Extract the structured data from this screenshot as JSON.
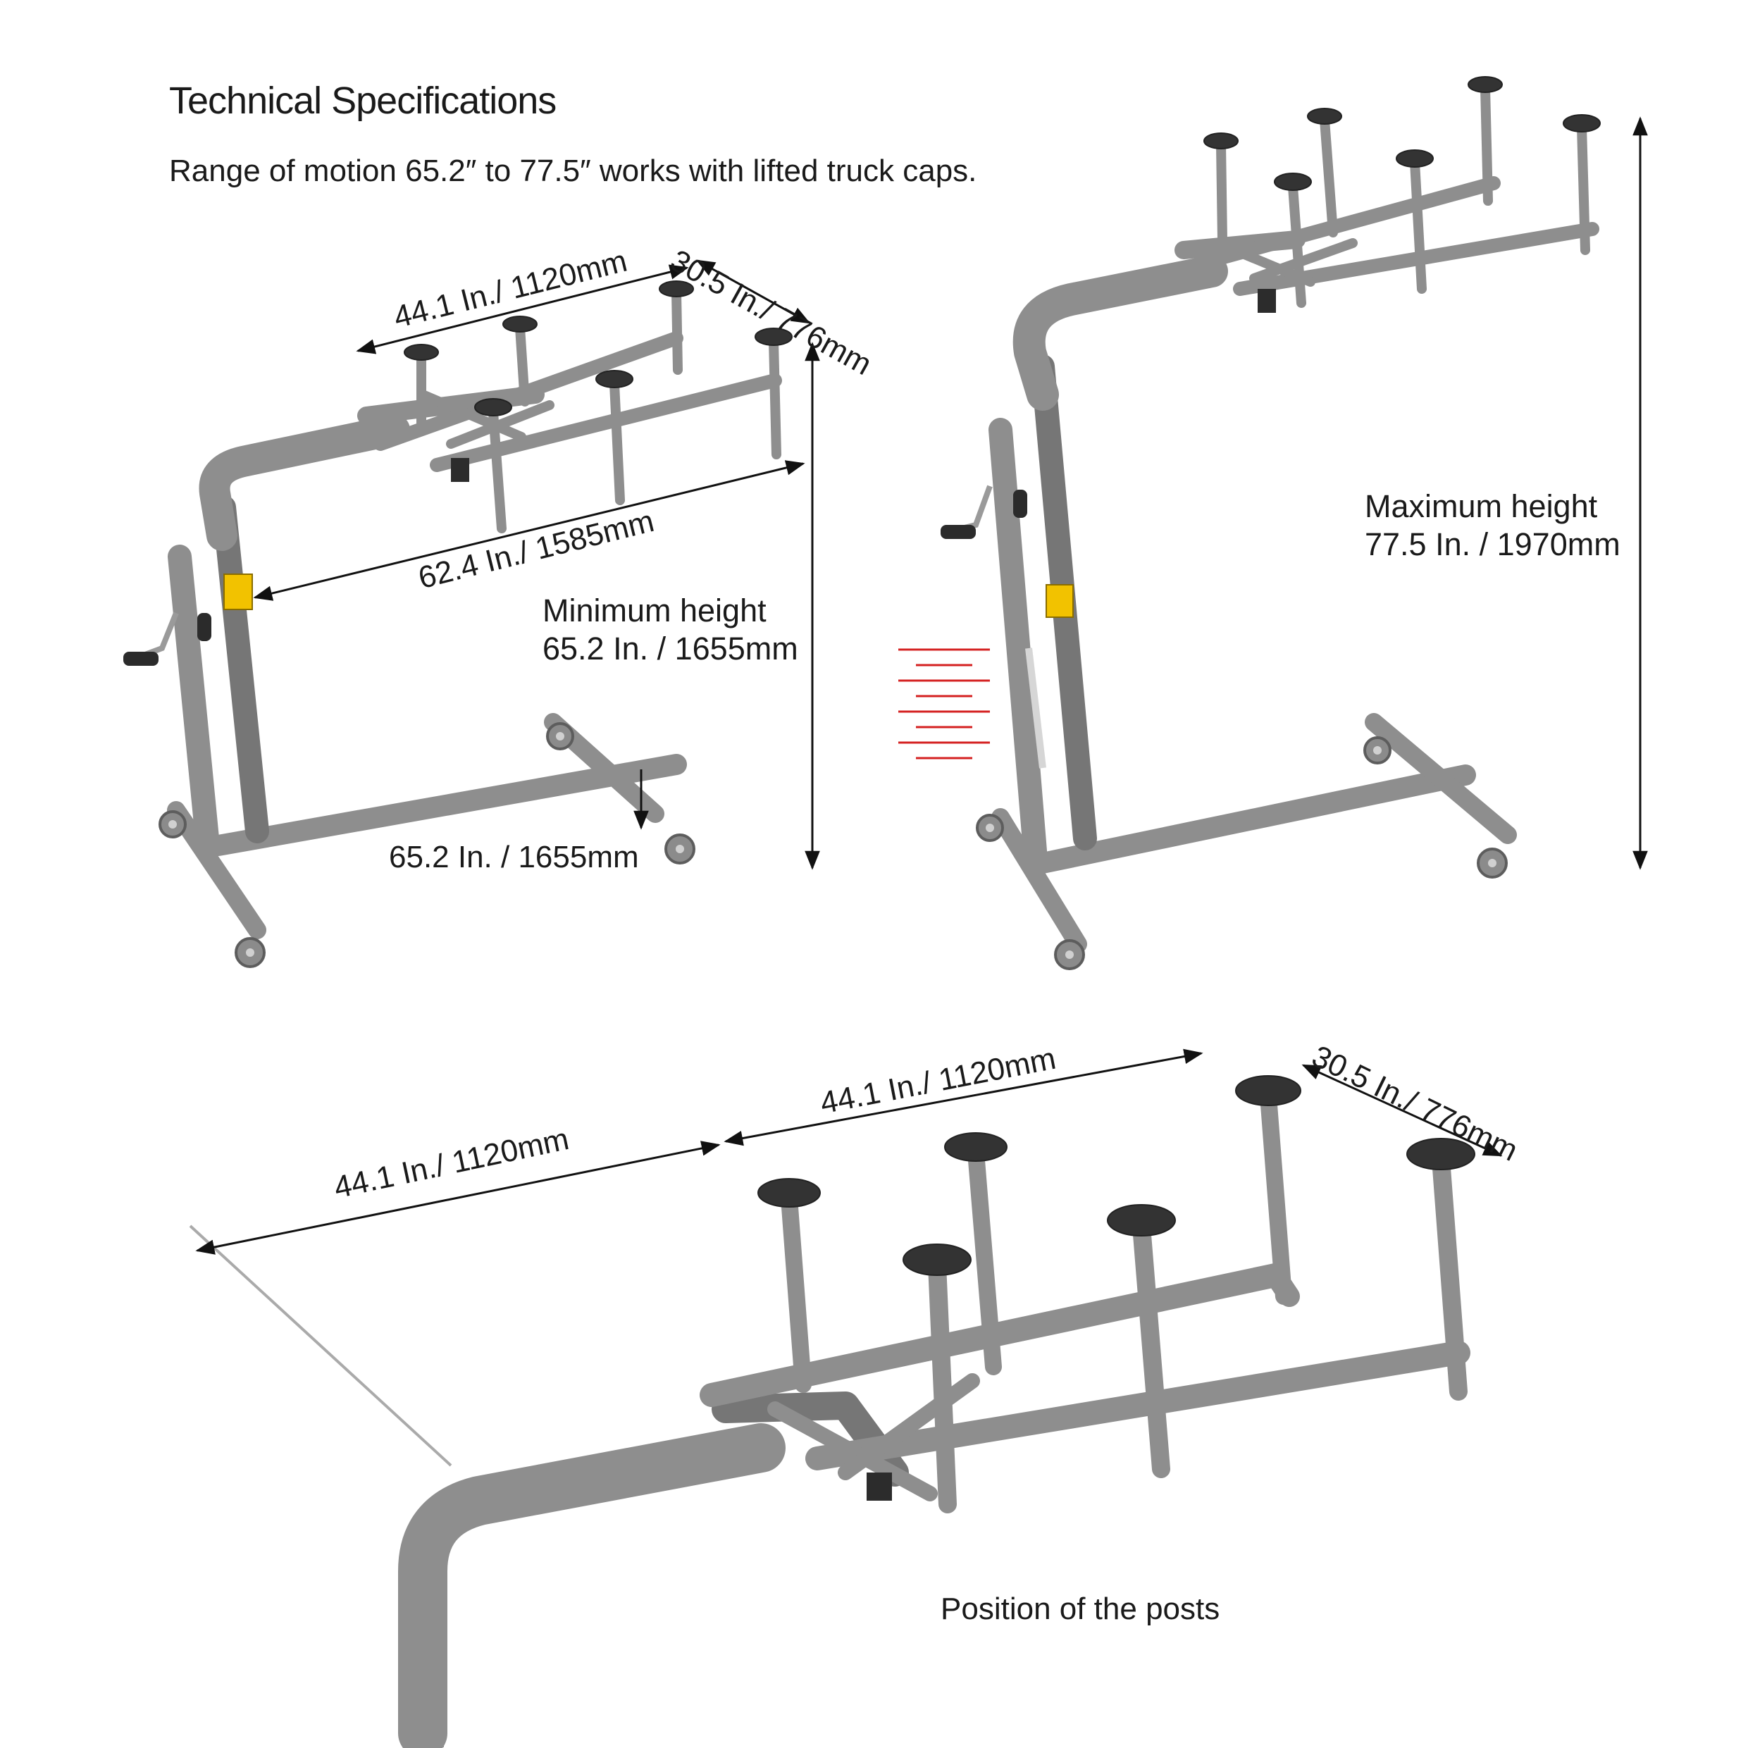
{
  "heading": "Technical Specifications",
  "subtitle": "Range of motion 65.2″ to 77.5″ works with lifted truck caps.",
  "min_stand": {
    "width_dim": "44.1 In./ 1120mm",
    "depth_dim": "30.5 In./ 776mm",
    "span_dim": "62.4 In./ 1585mm",
    "height_line1": "Minimum height",
    "height_line2": "65.2 In. / 1655mm",
    "base_dim": "65.2 In. / 1655mm"
  },
  "max_stand": {
    "height_line1": "Maximum height",
    "height_line2": "77.5 In. / 1970mm"
  },
  "posts_view": {
    "dim_left": "44.1 In./ 1120mm",
    "dim_mid": "44.1 In./ 1120mm",
    "dim_depth": "30.5 In./ 776mm",
    "caption": "Position of the posts"
  },
  "colors": {
    "frame": "#8e8e8e",
    "frame_dark": "#767676",
    "pad": "#333333",
    "lock_handle": "#f2c200",
    "motion_lines": "#d42020",
    "dimension_lines": "#111111"
  },
  "icons": [
    "arrow-head",
    "crank-handle",
    "caster-wheel",
    "lock-handle",
    "motion-lines"
  ]
}
